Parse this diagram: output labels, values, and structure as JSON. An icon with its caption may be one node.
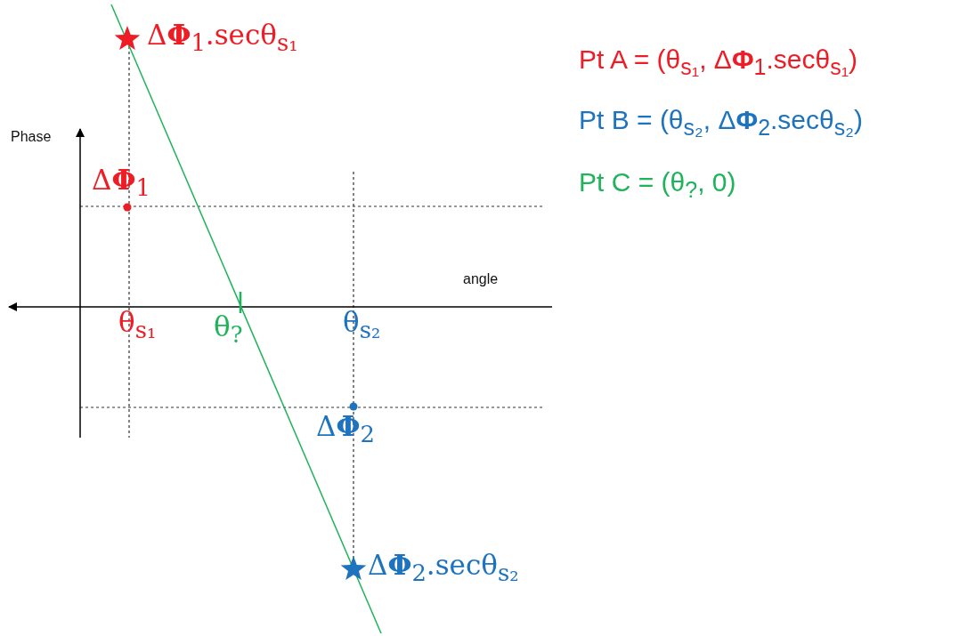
{
  "diagram": {
    "labels": [
      "Δ**Φ**$_{1}$.secθ$_{s₁}$",
      "Pt A = (θ$_{s₁}$, Δ**Φ**$_{1}$.secθ$_{s₁}$)",
      "Pt B = (θ$_{s₂}$, Δ**Φ**$_{2}$.secθ$_{s₂}$)",
      "Phase",
      "Pt C = (θ$_{?}$, 0)",
      "Δ**Φ**$_{1}$",
      "angle",
      "θ$_{s₁}$",
      "θ$_{?}$",
      "θ$_{s₂}$",
      "Δ**Φ**$_{2}$",
      "Δ**Φ**$_{2}$.secθ$_{s₂}$"
    ]
  }
}
